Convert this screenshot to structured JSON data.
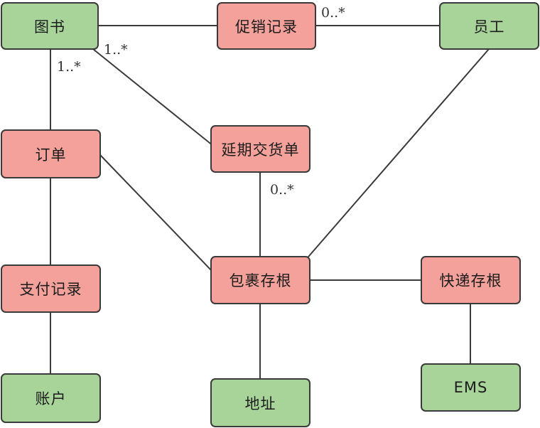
{
  "diagram": {
    "nodes": [
      {
        "id": "book",
        "label": "图书",
        "kind": "green"
      },
      {
        "id": "promo",
        "label": "促销记录",
        "kind": "red"
      },
      {
        "id": "employee",
        "label": "员工",
        "kind": "green"
      },
      {
        "id": "order",
        "label": "订单",
        "kind": "red"
      },
      {
        "id": "delay",
        "label": "延期交货单",
        "kind": "red"
      },
      {
        "id": "payment",
        "label": "支付记录",
        "kind": "red"
      },
      {
        "id": "package",
        "label": "包裹存根",
        "kind": "red"
      },
      {
        "id": "express",
        "label": "快递存根",
        "kind": "red"
      },
      {
        "id": "account",
        "label": "账户",
        "kind": "green"
      },
      {
        "id": "address",
        "label": "地址",
        "kind": "green"
      },
      {
        "id": "ems",
        "label": "EMS",
        "kind": "green"
      }
    ],
    "edges": [
      {
        "from": "book",
        "to": "promo"
      },
      {
        "from": "promo",
        "to": "employee",
        "label": "0..*"
      },
      {
        "from": "book",
        "to": "order",
        "label": "1..*"
      },
      {
        "from": "book",
        "to": "delay",
        "label": "1..*"
      },
      {
        "from": "delay",
        "to": "package",
        "label": "0..*"
      },
      {
        "from": "employee",
        "to": "package"
      },
      {
        "from": "order",
        "to": "payment"
      },
      {
        "from": "order",
        "to": "package"
      },
      {
        "from": "payment",
        "to": "account"
      },
      {
        "from": "package",
        "to": "express"
      },
      {
        "from": "package",
        "to": "address"
      },
      {
        "from": "express",
        "to": "ems"
      }
    ],
    "colors": {
      "entity_green": "#a8d49a",
      "entity_red": "#f3a19a",
      "border": "#3a3a3a",
      "line": "#3a3a3a"
    }
  }
}
